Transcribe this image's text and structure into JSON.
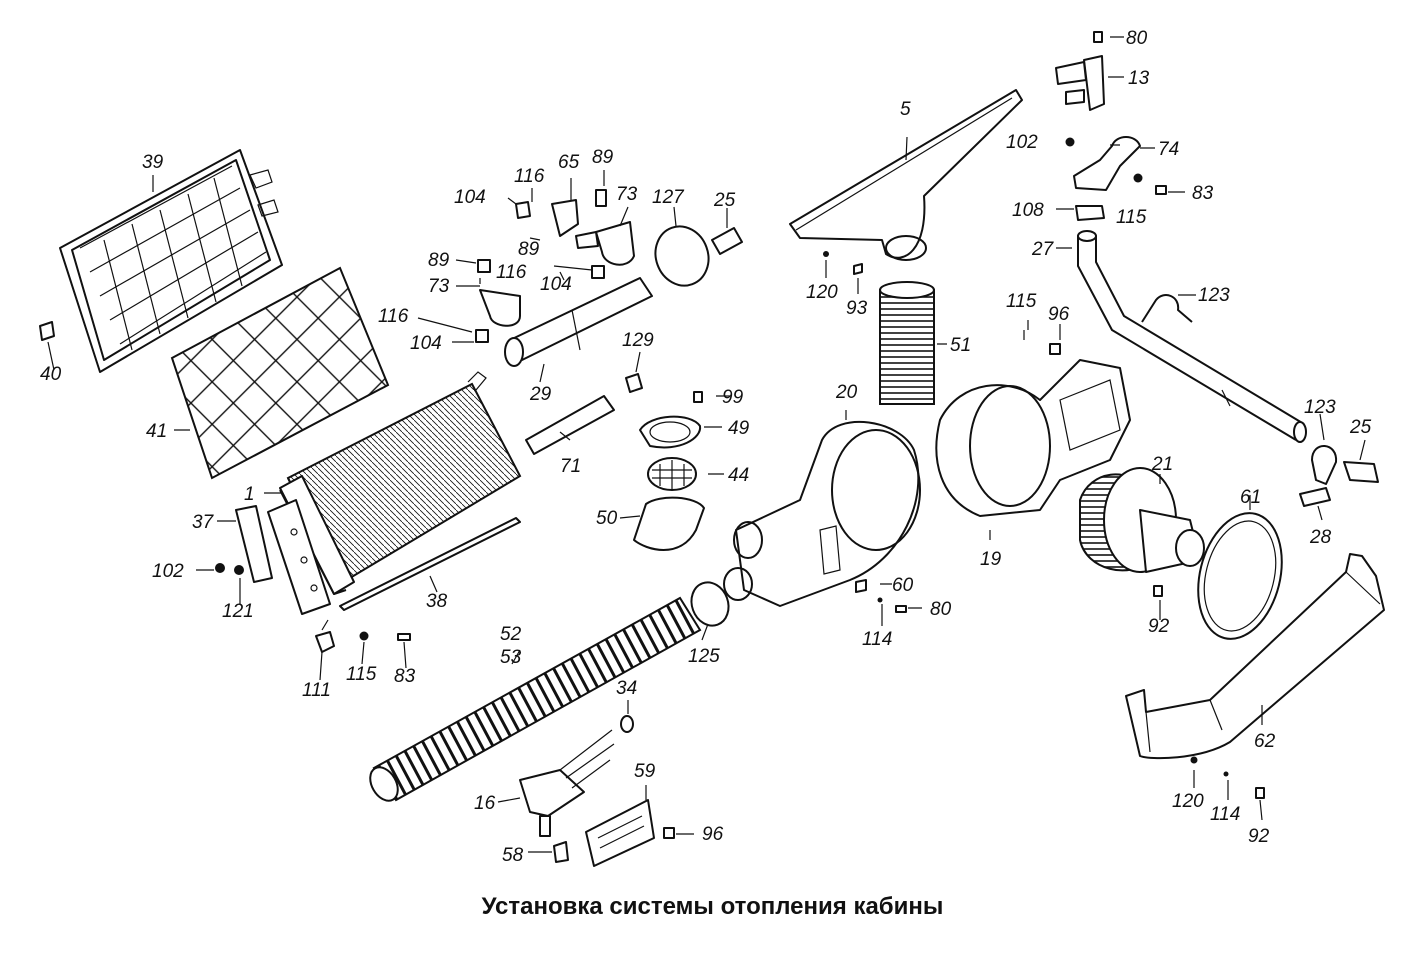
{
  "title": "Установка системы отопления кабины",
  "colors": {
    "line": "#111111",
    "background": "#ffffff"
  },
  "labels": {
    "p1": "1",
    "p5": "5",
    "p13": "13",
    "p16": "16",
    "p19": "19",
    "p20": "20",
    "p21": "21",
    "p25a": "25",
    "p25b": "25",
    "p27": "27",
    "p28": "28",
    "p29": "29",
    "p34": "34",
    "p37": "37",
    "p38": "38",
    "p39": "39",
    "p40": "40",
    "p41": "41",
    "p44": "44",
    "p49": "49",
    "p50": "50",
    "p51": "51",
    "p52": "52",
    "p53": "53",
    "p58": "58",
    "p59": "59",
    "p60": "60",
    "p61": "61",
    "p62": "62",
    "p65": "65",
    "p71": "71",
    "p73a": "73",
    "p73b": "73",
    "p74": "74",
    "p80a": "80",
    "p80b": "80",
    "p83a": "83",
    "p83b": "83",
    "p89a": "89",
    "p89b": "89",
    "p89c": "89",
    "p92a": "92",
    "p92b": "92",
    "p93": "93",
    "p96a": "96",
    "p96b": "96",
    "p99": "99",
    "p102a": "102",
    "p102b": "102",
    "p104a": "104",
    "p104b": "104",
    "p104c": "104",
    "p108": "108",
    "p111": "111",
    "p114a": "114",
    "p114b": "114",
    "p115a": "115",
    "p115b": "115",
    "p115c": "115",
    "p116a": "116",
    "p116b": "116",
    "p116c": "116",
    "p120a": "120",
    "p120b": "120",
    "p121": "121",
    "p123a": "123",
    "p123b": "123",
    "p125": "125",
    "p127": "127",
    "p129": "129"
  }
}
